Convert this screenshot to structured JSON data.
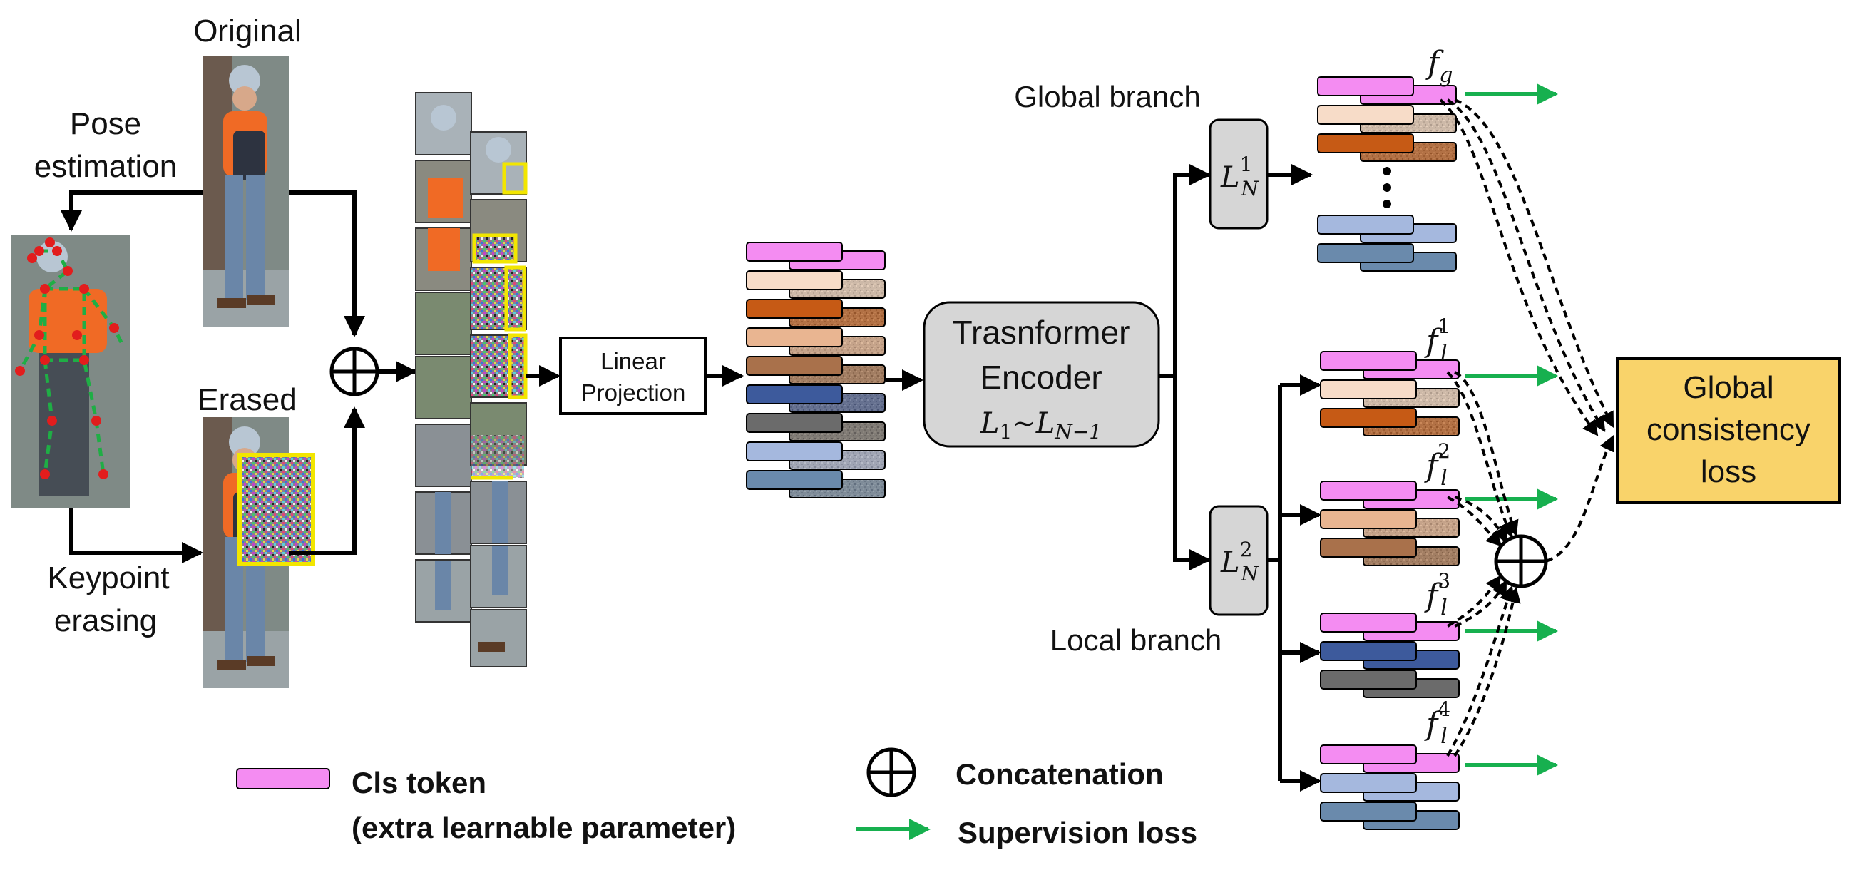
{
  "labels": {
    "original": "Original",
    "pose_estimation_line1": "Pose",
    "pose_estimation_line2": "estimation",
    "erased": "Erased",
    "keypoint_erasing_line1": "Keypoint",
    "keypoint_erasing_line2": "erasing",
    "linear_projection_line1": "Linear",
    "linear_projection_line2": "Projection",
    "encoder_line1": "Trasnformer",
    "encoder_line2": "Encoder",
    "encoder_layers_L": "L",
    "encoder_layers_sub1": "1",
    "encoder_layers_tilde": "~",
    "encoder_layers_L2": "L",
    "encoder_layers_sub2": "N−1",
    "global_branch": "Global  branch",
    "local_branch": "Local  branch",
    "global_layer_L": "L",
    "global_layer_sub": "N",
    "global_layer_sup": "1",
    "local_layer_L": "L",
    "local_layer_sub": "N",
    "local_layer_sup": "2",
    "fg_f": "f",
    "fg_sub": "g",
    "fl_f": "f",
    "fl_sub": "l",
    "fl1_sup": "1",
    "fl2_sup": "2",
    "fl3_sup": "3",
    "fl4_sup": "4",
    "loss_line1": "Global",
    "loss_line2": "consistency",
    "loss_line3": "loss"
  },
  "legend": {
    "cls_line1": "Cls token",
    "cls_line2": "(extra learnable parameter)",
    "concat": "Concatenation",
    "supervision": "Supervision loss"
  },
  "colors": {
    "cls": "#f48cf2",
    "supervision": "#17b04f",
    "loss_box": "#f9d36a",
    "encoder_box": "#d6d6d6"
  },
  "token_colors": [
    "#f48cf2",
    "#f7dcc8",
    "#c65a15",
    "#e9b591",
    "#a9714b",
    "#3d5a9c",
    "#6b6b6b",
    "#a5b8de",
    "#6a8aac"
  ]
}
